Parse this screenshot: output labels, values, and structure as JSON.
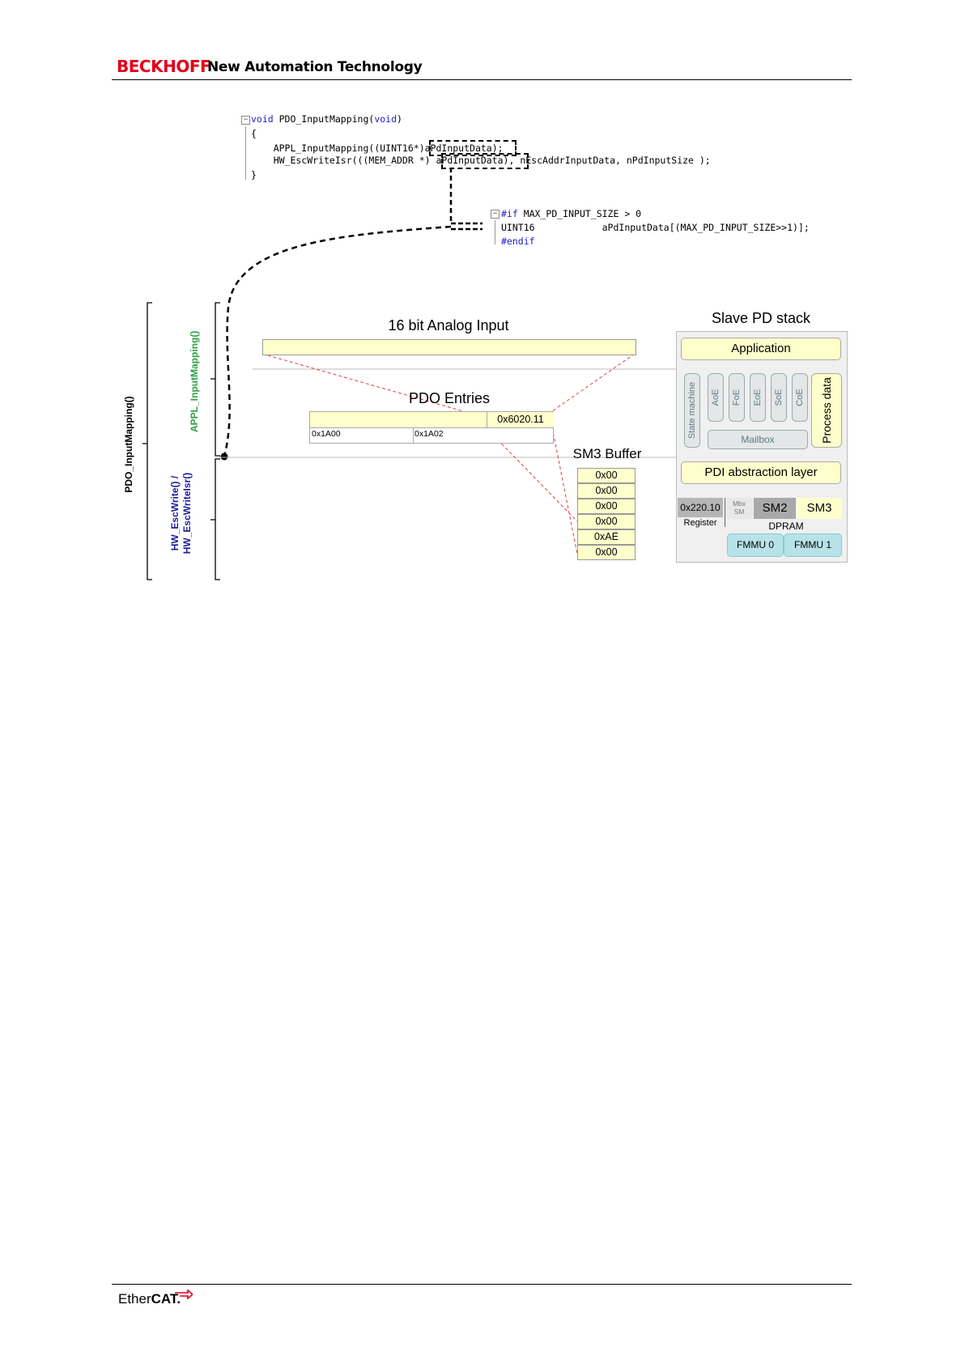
{
  "header": {
    "brand": "BECKHOFF",
    "tagline": "New Automation Technology"
  },
  "footer": {
    "logo_ether": "Ether",
    "logo_cat": "CAT."
  },
  "code_top": {
    "line1_kw": "void",
    "line1_rest": " PDO_InputMapping(",
    "line1_kw2": "void",
    "line1_end": ")",
    "line2": "{",
    "line3": "    APPL_InputMapping((UINT16*)aPdInputData);",
    "line4": "    HW_EscWriteIsr(((MEM_ADDR *) aPdInputData), nEscAddrInputData, nPdInputSize );",
    "line5": "}"
  },
  "code_right": {
    "line1_kw": "#if",
    "line1_rest": " MAX_PD_INPUT_SIZE > 0",
    "line2": "UINT16            aPdInputData[(MAX_PD_INPUT_SIZE>>1)];",
    "line3_kw": "#endif"
  },
  "labels": {
    "pdo_inputmapping": "PDO_InputMapping()",
    "appl_inputmapping": "APPL_InputMapping()",
    "hw_write_1": "HW_EscWrite() /",
    "hw_write_2": "HW_EscWriteIsr()",
    "analog_input": "16 bit Analog Input",
    "pdo_entries": "PDO Entries",
    "entry_0x6020": "0x6020.11",
    "pdo_0x1a00": "0x1A00",
    "pdo_0x1a02": "0x1A02",
    "sm3_buffer": "SM3 Buffer"
  },
  "sm3_buffer_cells": [
    "0x00",
    "0x00",
    "0x00",
    "0x00",
    "0xAE",
    "0x00"
  ],
  "stack": {
    "title": "Slave PD stack",
    "application": "Application",
    "state_machine": "State machine",
    "services": [
      "AoE",
      "FoE",
      "EoE",
      "SoE",
      "CoE"
    ],
    "mailbox": "Mailbox",
    "process_data": "Process data",
    "pdi": "PDI abstraction layer",
    "reg_0x220": "0x220.10",
    "register": "Register",
    "mbx_sm_1": "Mbx",
    "mbx_sm_2": "SM",
    "sm2": "SM2",
    "sm3": "SM3",
    "dpram": "DPRAM",
    "fmmu0": "FMMU 0",
    "fmmu1": "FMMU 1"
  },
  "colors": {
    "brand_red": "#e2001a",
    "appl_green": "#2ea043",
    "hw_blue": "#1c1c9c",
    "arrow_green": "#22aa33",
    "arrow_blue": "#1515ee",
    "arrow_red": "#ee1111"
  }
}
